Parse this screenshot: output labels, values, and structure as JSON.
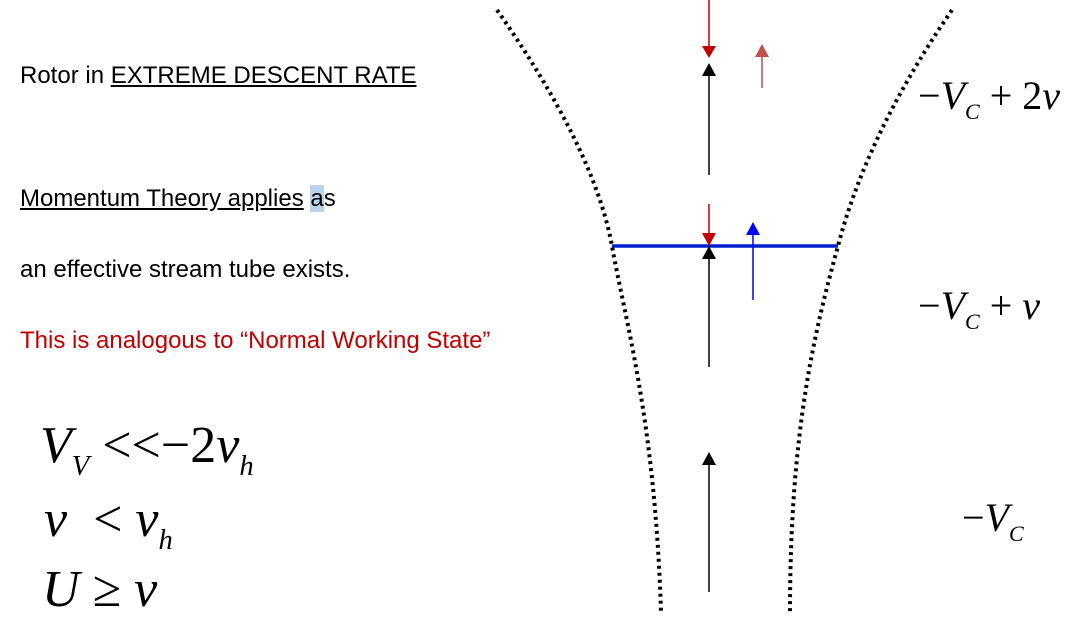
{
  "left_text": {
    "title_prefix": "Rotor in ",
    "title_emphasis": "EXTREME DESCENT RATE",
    "momentum_underlined": "Momentum Theory applies",
    "momentum_highlight_char": "a",
    "momentum_rest": "s",
    "tube_line": "an effective stream tube exists.",
    "analogy_line": "This is analogous to “Normal Working State”"
  },
  "equations": {
    "eq1": {
      "lhs": "V",
      "lhs_sub": "V",
      "op": " <<−2",
      "rhs": "v",
      "rhs_sub": "h"
    },
    "eq2": {
      "lhs": "v",
      "op": "  < ",
      "rhs": "v",
      "rhs_sub": "h"
    },
    "eq3": {
      "lhs": "U",
      "op": " ≥ ",
      "rhs": "v"
    }
  },
  "velocity_labels": {
    "far_wake": {
      "minus": "−",
      "V": "V",
      "sub": "C",
      "rest": " + 2",
      "v": "v"
    },
    "rotor_plane": {
      "minus": "−",
      "V": "V",
      "sub": "C",
      "rest": " + ",
      "v": "v"
    },
    "far_upstream": {
      "minus": "−",
      "V": "V",
      "sub": "C"
    }
  },
  "colors": {
    "text": "#000000",
    "red_text": "#c00000",
    "rotor_disk": "#0020d0",
    "arrow_red": "#c00000",
    "arrow_red_light": "#c0504d",
    "arrow_blue": "#0000ff",
    "arrow_black": "#000000",
    "highlight": "#b9d3ea"
  }
}
